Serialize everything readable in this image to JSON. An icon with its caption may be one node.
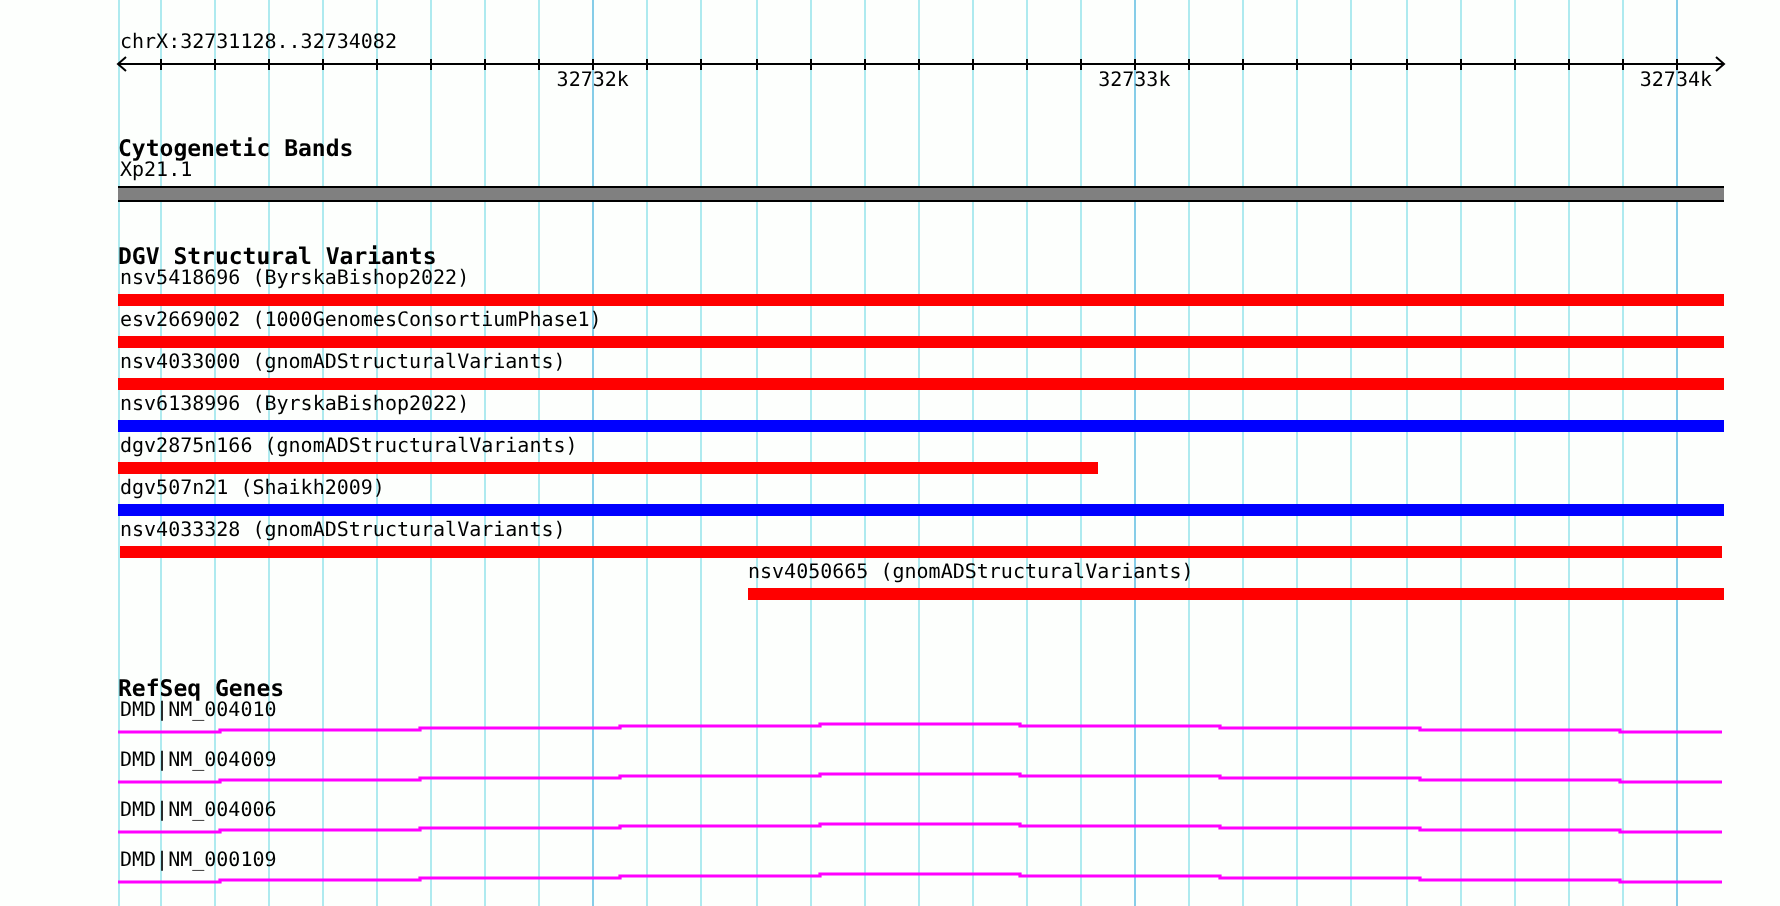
{
  "diagram": {
    "nodes": [
      {
        "text": [
          "Xp21.1"
        ]
      },
      {
        "text": [
          "nsv5418696 (ByrskaBishop2022)"
        ]
      },
      {
        "text": [
          "esv2669002 (1000GenomesConsortiumPhase1)"
        ]
      },
      {
        "text": [
          "nsv4033000 (gnomADStructuralVariants)"
        ]
      },
      {
        "text": [
          "nsv6138996 (ByrskaBishop2022)"
        ]
      },
      {
        "text": [
          "dgv2875n166 (gnomADStructuralVariants)"
        ]
      },
      {
        "text": [
          "dgv507n21 (Shaikh2009)"
        ]
      },
      {
        "text": [
          "nsv4033328 (gnomADStructuralVariants)"
        ]
      },
      {
        "text": [
          "nsv4050665 (gnomADStructuralVariants)"
        ]
      },
      {
        "text": [
          "DMD|NM_004010"
        ]
      },
      {
        "text": [
          "DMD|NM_004009"
        ]
      },
      {
        "text": [
          "DMD|NM_004006"
        ]
      },
      {
        "text": [
          "DMD|NM_000109"
        ]
      }
    ],
    "labels": [
      "chrX:32731128..32734082",
      "32732k",
      "32733k",
      "32734k",
      "Cytogenetic Bands",
      "DGV Structural Variants",
      "RefSeq Genes"
    ]
  }
}
